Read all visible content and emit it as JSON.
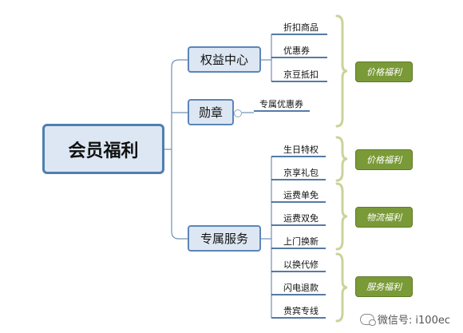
{
  "root": "会员福利",
  "branches": [
    {
      "label": "权益中心",
      "leaves": [
        "折扣商品",
        "优惠券",
        "京豆抵扣"
      ]
    },
    {
      "label": "勋章",
      "leaves": [
        "专属优惠券"
      ]
    },
    {
      "label": "专属服务",
      "leaves": [
        "生日特权",
        "京享礼包",
        "运费单免",
        "运费双免",
        "上门换新",
        "以换代修",
        "闪电退款",
        "贵宾专线"
      ]
    }
  ],
  "tags": [
    "价格福利",
    "价格福利",
    "物流福利",
    "服务福利"
  ],
  "watermark": "微信号: i100ec",
  "colors": {
    "node_fill": "#dde7f3",
    "node_border": "#5b86b8",
    "connector": "#6f8fb8",
    "leaf_underline": "#1f4e85",
    "brace": "#c8d49b",
    "tag_fill": "#7a9a38"
  }
}
